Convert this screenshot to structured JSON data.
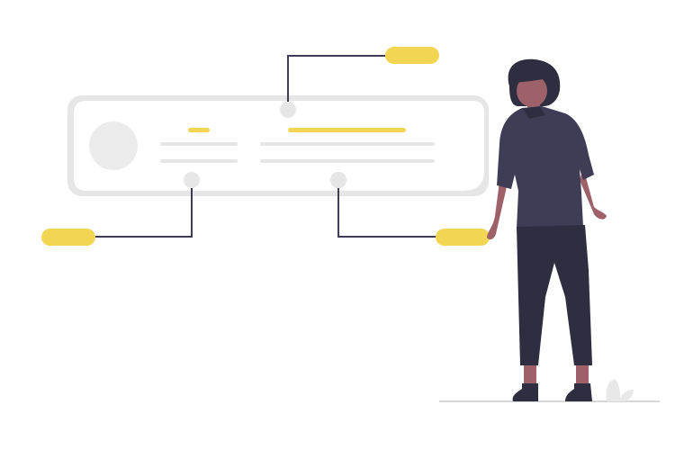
{
  "colors": {
    "background": "#ffffff",
    "card_fill": "#ffffff",
    "card_border": "#e6e6e6",
    "placeholder_gray": "#e6e6e6",
    "accent_yellow": "#f2d552",
    "connector_line": "#3f3d56",
    "person_top": "#3f3d56",
    "person_pants": "#2f2e41",
    "person_skin": "#9e616a",
    "person_hair": "#2f2e41",
    "ground_line": "#cccccc"
  },
  "icons": {
    "avatar": "avatar-placeholder-icon",
    "plant": "plant-icon"
  },
  "illustration": {
    "card": "profile-card",
    "callouts": [
      "top-callout",
      "left-callout",
      "right-callout"
    ],
    "figure": "standing-person"
  }
}
